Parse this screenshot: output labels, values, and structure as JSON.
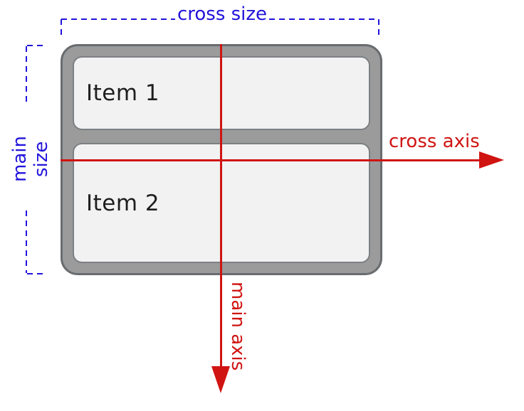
{
  "figure": {
    "title": "flexbox main axis and cross axis diagram (column direction)",
    "container": {
      "items": [
        {
          "label": "Item 1"
        },
        {
          "label": "Item 2"
        }
      ]
    },
    "annotations": {
      "cross_size_label": "cross size",
      "main_size_label": "main size",
      "cross_axis_label": "cross axis",
      "main_axis_label": "main axis"
    },
    "colors": {
      "guide_blue": "#2214db",
      "axis_red": "#d01412",
      "container_fill": "#9b9b9b",
      "container_border": "#696c6f",
      "item_fill": "#f2f2f2",
      "item_border": "#7d8083",
      "item_text": "#1f1f1f",
      "background": "#ffffff"
    }
  }
}
